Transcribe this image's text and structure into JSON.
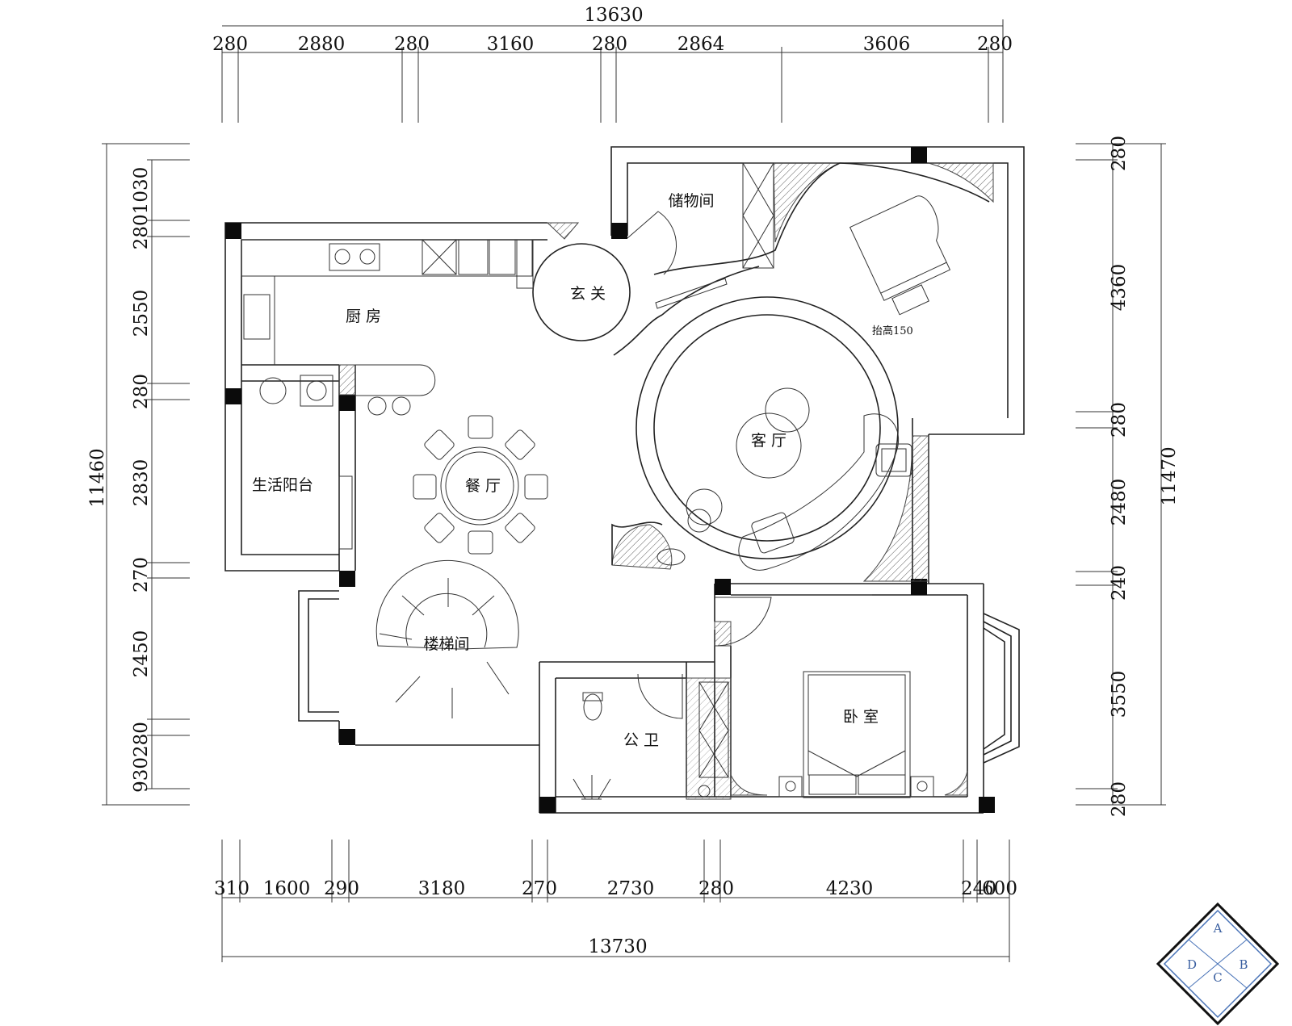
{
  "top_dimensions": {
    "total": "13630",
    "segments": [
      "280",
      "2880",
      "280",
      "3160",
      "280",
      "2864",
      "3606",
      "280"
    ]
  },
  "bottom_dimensions": {
    "total": "13730",
    "segments": [
      "310",
      "1600",
      "290",
      "3180",
      "270",
      "2730",
      "280",
      "4230",
      "240",
      "600"
    ]
  },
  "left_dimensions": {
    "total": "11460",
    "segments": [
      "2801030",
      "2550",
      "280",
      "2830",
      "270",
      "2450",
      "930280"
    ]
  },
  "right_dimensions": {
    "total": "11470",
    "segments": [
      "280",
      "4360",
      "280",
      "2480",
      "240",
      "3550",
      "280"
    ]
  },
  "rooms": {
    "storage": "储物间",
    "entrance": "玄 关",
    "kitchen": "厨 房",
    "living": "客 厅",
    "dining": "餐 厅",
    "balcony": "生活阳台",
    "stair": "楼梯间",
    "bathroom": "公 卫",
    "bedroom": "卧 室"
  },
  "annotations": {
    "raised_floor": "抬高150"
  },
  "legend": {
    "a": "A",
    "b": "B",
    "c": "C",
    "d": "D"
  }
}
